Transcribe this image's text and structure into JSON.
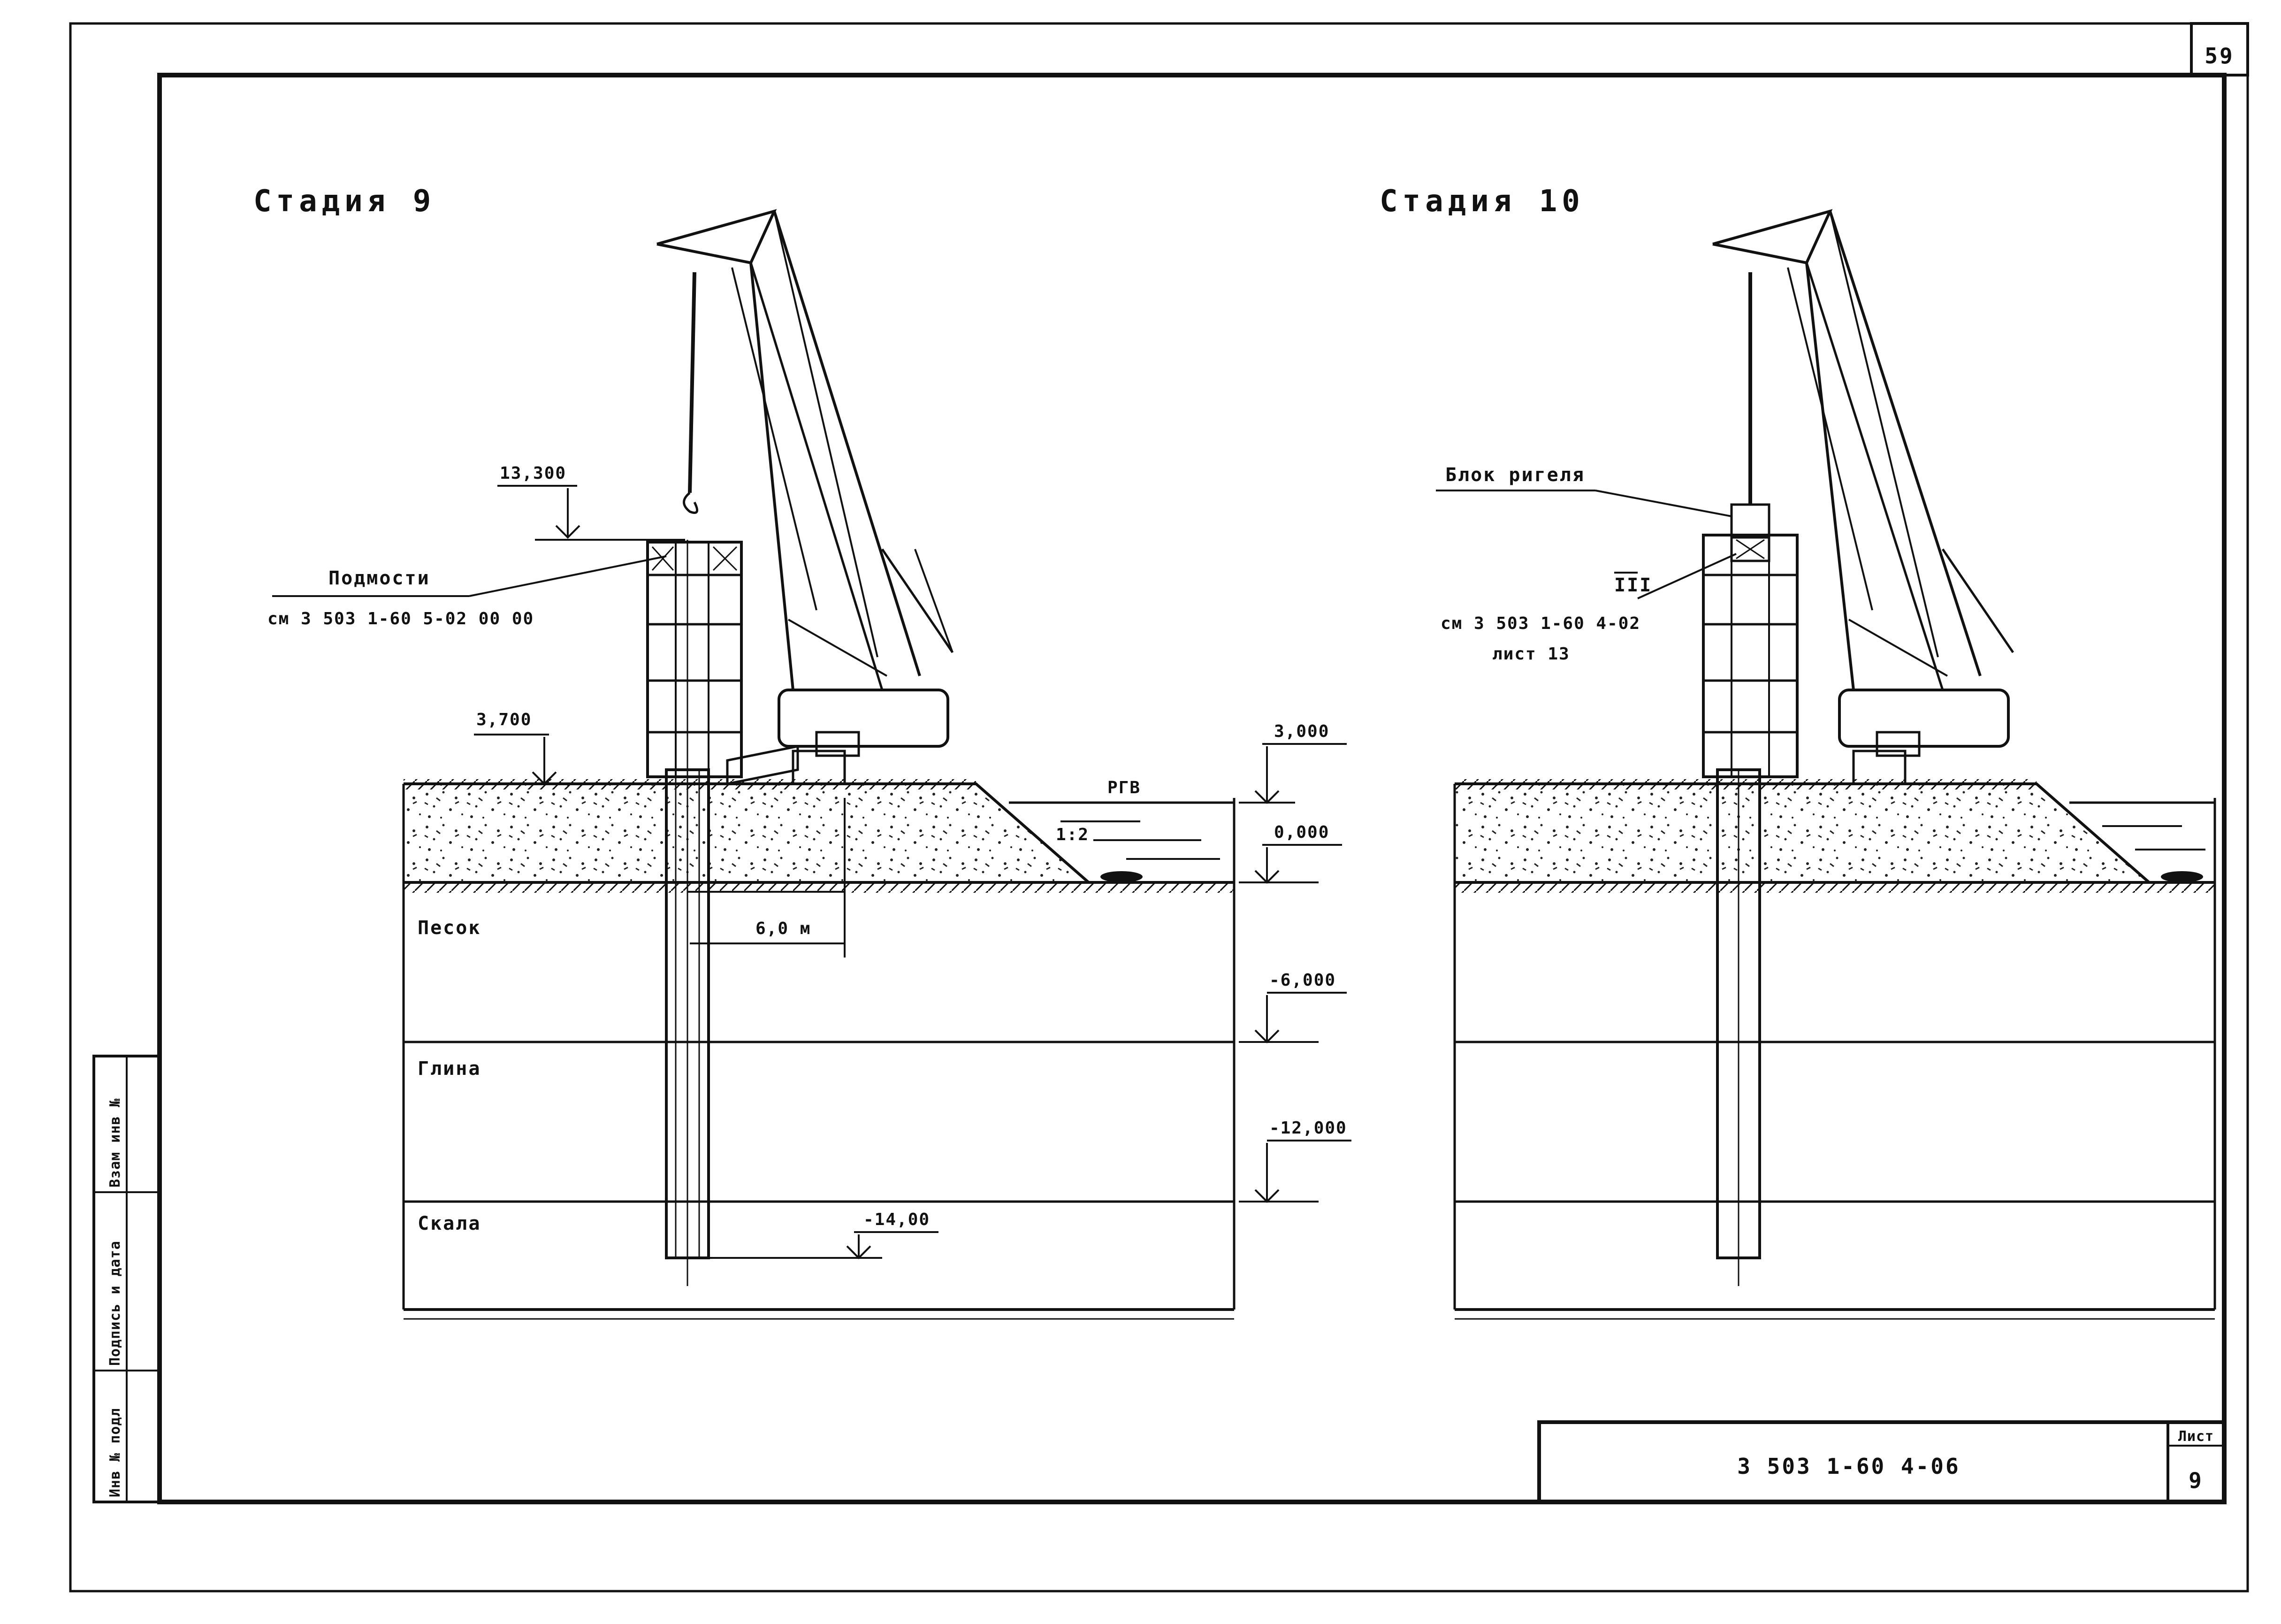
{
  "sheet": {
    "page_number": "59",
    "drawing_code": "3 503 1-60 4-06",
    "list_label": "Лист",
    "list_number": "9",
    "side_stamp": {
      "col1": "Инв № подл",
      "col2": "Подпись и дата",
      "col3": "Взам инв №"
    }
  },
  "stage9": {
    "title": "Стадия 9",
    "elev_top": "13,300",
    "scaffold_label": "Подмости",
    "scaffold_ref": "см 3 503 1-60 5-02 00 00",
    "elev_ground": "3,700",
    "elev_water_top": "3,000",
    "water_label": "РГВ",
    "slope_label": "1:2",
    "elev_zero": "0,000",
    "distance_label": "6,0 м",
    "layer_sand": "Песок",
    "elev_minus6": "-6,000",
    "layer_clay": "Глина",
    "elev_minus12": "-12,000",
    "layer_rock": "Скала",
    "elev_pile_tip": "-14,00"
  },
  "stage10": {
    "title": "Стадия 10",
    "block_label": "Блок ригеля",
    "node_mark": "III",
    "node_ref": "см 3 503 1-60 4-02",
    "node_sheet": "лист 13"
  }
}
